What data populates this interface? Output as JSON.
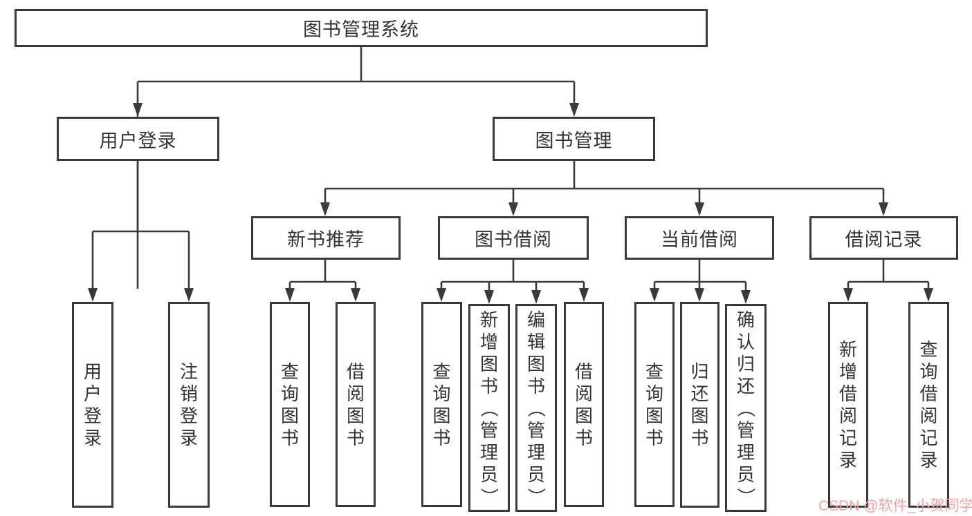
{
  "diagram": {
    "title": "图书管理系统",
    "colors": {
      "line": "#3a3a3a",
      "text": "#333333",
      "box_background": "#ffffff",
      "watermark": "#f0a2a2"
    },
    "nodes": {
      "root": {
        "label": "图书管理系统"
      },
      "user_login": {
        "label": "用户登录"
      },
      "book_management": {
        "label": "图书管理"
      },
      "new_book_recommend": {
        "label": "新书推荐"
      },
      "book_borrow": {
        "label": "图书借阅"
      },
      "current_borrow": {
        "label": "当前借阅"
      },
      "borrow_records": {
        "label": "借阅记录"
      },
      "leaf_user_login": {
        "label": "用户登录"
      },
      "leaf_logout": {
        "label": "注销登录"
      },
      "leaf_nb_query_books": {
        "label": "查询图书"
      },
      "leaf_nb_borrow_books": {
        "label": "借阅图书"
      },
      "leaf_bb_query_books": {
        "label": "查询图书"
      },
      "leaf_bb_add_books_admin": {
        "label": "新增图书（管理员）"
      },
      "leaf_bb_edit_books_admin": {
        "label": "编辑图书（管理员）"
      },
      "leaf_bb_borrow_books": {
        "label": "借阅图书"
      },
      "leaf_cb_query_books": {
        "label": "查询图书"
      },
      "leaf_cb_return_books": {
        "label": "归还图书"
      },
      "leaf_cb_confirm_return_admin": {
        "label": "确认归还（管理员）"
      },
      "leaf_br_add_record": {
        "label": "新增借阅记录"
      },
      "leaf_br_query_record": {
        "label": "查询借阅记录"
      }
    },
    "watermark": {
      "text": "CSDN @软件_小贺同学"
    }
  }
}
